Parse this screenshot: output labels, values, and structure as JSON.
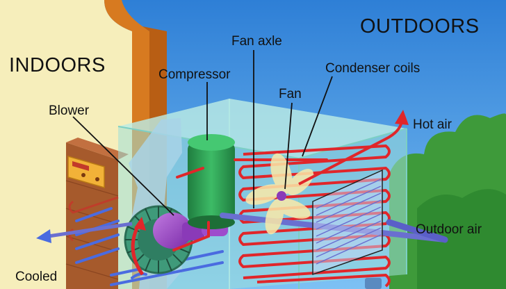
{
  "labels": {
    "indoors": "INDOORS",
    "outdoors": "OUTDOORS",
    "fan_axle": "Fan axle",
    "compressor": "Compressor",
    "condenser_coils": "Condenser coils",
    "fan": "Fan",
    "blower": "Blower",
    "hot_air": "Hot air",
    "outdoor_air": "Outdoor air",
    "cooled": "Cooled"
  },
  "colors": {
    "sky": "#3f8fe0",
    "indoor_wall": "#f6eebb",
    "brick": "#a65a2c",
    "trim": "#d77a20",
    "unit_body": "#9fe0d8",
    "coolant_hot": "#e0262a",
    "coolant_cool": "#4a6be0",
    "compressor": "#2ea055",
    "blower": "#3f9a7a",
    "fan_blades": "#fbe9a8",
    "grille": "#6a6fd0",
    "trees": "#3e9a3a"
  }
}
